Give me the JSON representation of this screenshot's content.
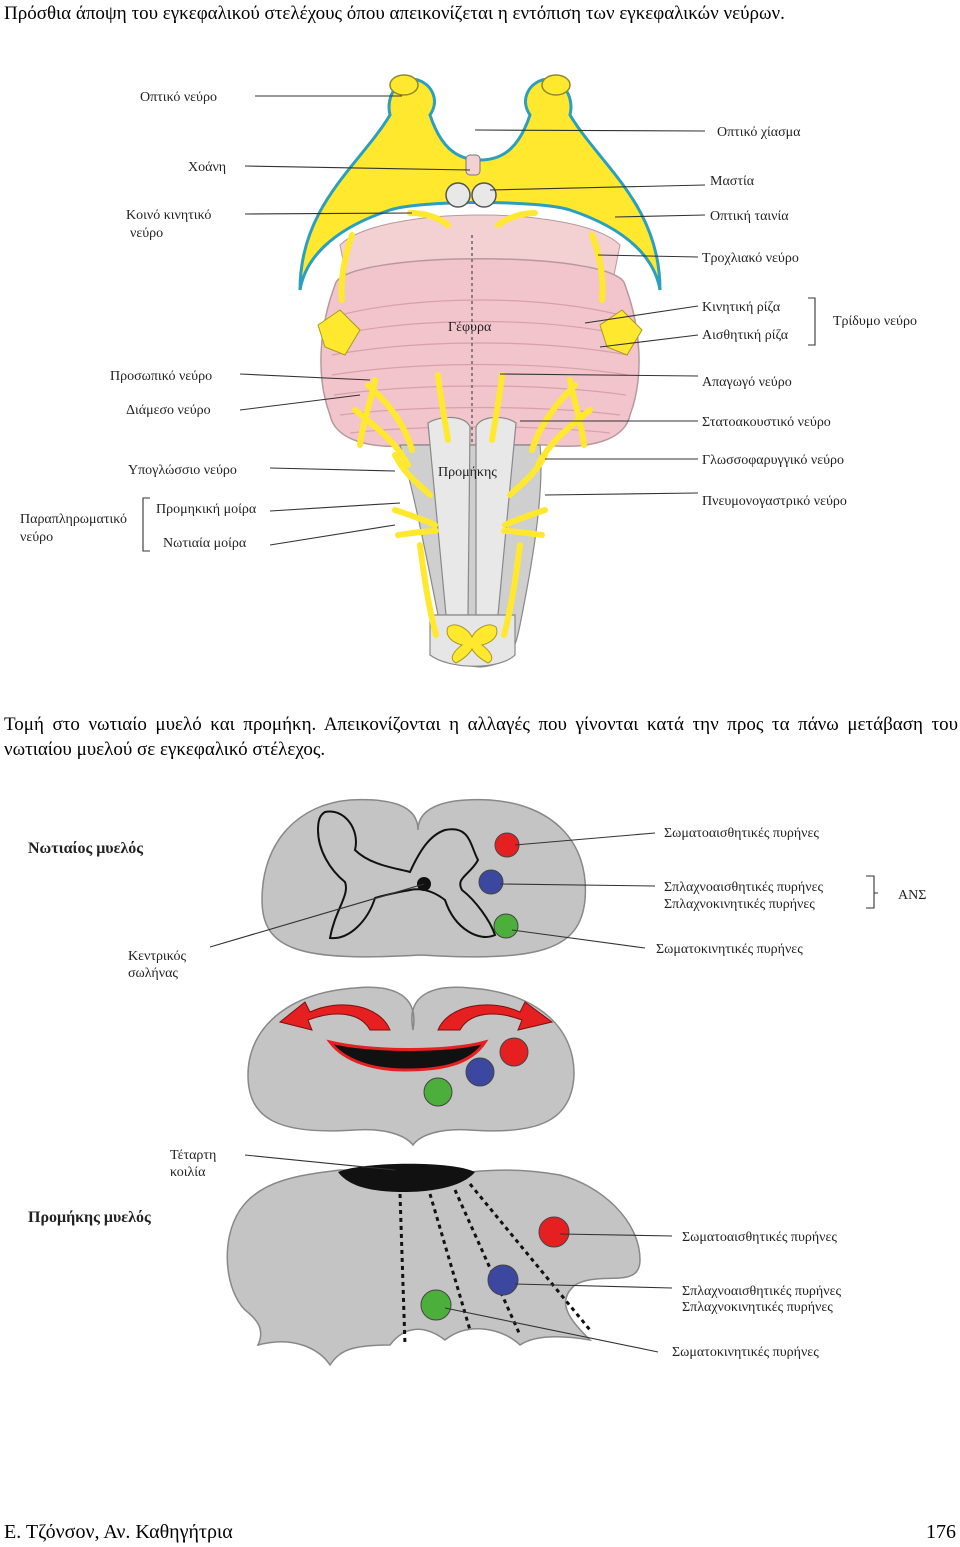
{
  "captions": {
    "brainstem": "Πρόσθια άποψη του εγκεφαλικού στελέχους όπου απεικονίζεται η εντόπιση των εγκεφαλικών νεύρων.",
    "sections": "Τομή στο νωτιαίο μυελό και προμήκη.  Απεικονίζονται η αλλαγές που γίνονται κατά την προς τα πάνω μετάβαση του νωτιαίου μυελού σε εγκεφαλικό στέλεχος."
  },
  "brainstem_labels": {
    "optic_nerve": "Οπτικό νεύρο",
    "infundibulum": "Χοάνη",
    "oculomotor_1": "Κοινό κινητικό",
    "oculomotor_2": "νεύρο",
    "facial": "Προσωπικό νεύρο",
    "intermediate": "Διάμεσο νεύρο",
    "hypoglossal": "Υπογλώσσιο νεύρο",
    "accessory_1": "Παραπληρωματικό",
    "accessory_2": "νεύρο",
    "cranial_part": "Προμηκική μοίρα",
    "spinal_part": "Νωτιαία μοίρα",
    "optic_chiasm": "Οπτικό χίασμα",
    "mammillary": "Μαστία",
    "optic_tract": "Οπτική ταινία",
    "trochlear": "Τροχλιακό νεύρο",
    "motor_root": "Κινητική ρίζα",
    "sensory_root": "Αισθητική ρίζα",
    "trigeminal": "Τρίδυμο νεύρο",
    "abducens": "Απαγωγό  νεύρο",
    "vestibulocochlear": "Στατοακουστικό νεύρο",
    "glossopharyngeal": "Γλωσσοφαρυγγικό  νεύρο",
    "vagus": "Πνευμονογαστρικό  νεύρο",
    "pons": "Γέφυρα",
    "medulla": "Προμήκης"
  },
  "section_labels": {
    "spinal_cord_title": "Νωτιαίος μυελός",
    "central_canal_1": "Κεντρικός",
    "central_canal_2": "σωλήνας",
    "somatosensory": "Σωματοαισθητικές πυρήνες",
    "viscerosensory": "Σπλαχνοαισθητικές πυρήνες",
    "visceromotor": "Σπλαχνοκινητικές πυρήνες",
    "ans": "ΑΝΣ",
    "somatomotor": "Σωματοκινητικές πυρήνες",
    "fourth_ventricle_1": "Τέταρτη",
    "fourth_ventricle_2": "κοιλία",
    "medulla_title": "Προμήκης μυελός",
    "somatosensory_2": "Σωματοαισθητικές πυρήνες",
    "viscerosensory_2": "Σπλαχνοαισθητικές πυρήνες",
    "visceromotor_2": "Σπλαχνοκινητικές πυρήνες",
    "somatomotor_2": "Σωματοκινητικές πυρήνες"
  },
  "colors": {
    "nerve_yellow": "#ffe82e",
    "pons_pink": "#f2c4cc",
    "gray_matter": "#c4c4c4",
    "somatosensory_red": "#e62020",
    "visceral_blue": "#3c48a0",
    "somatomotor_green": "#4caf3c"
  },
  "footer": {
    "author": "Ε. Τζόνσον, Αν. Καθηγήτρια",
    "page": "176"
  }
}
